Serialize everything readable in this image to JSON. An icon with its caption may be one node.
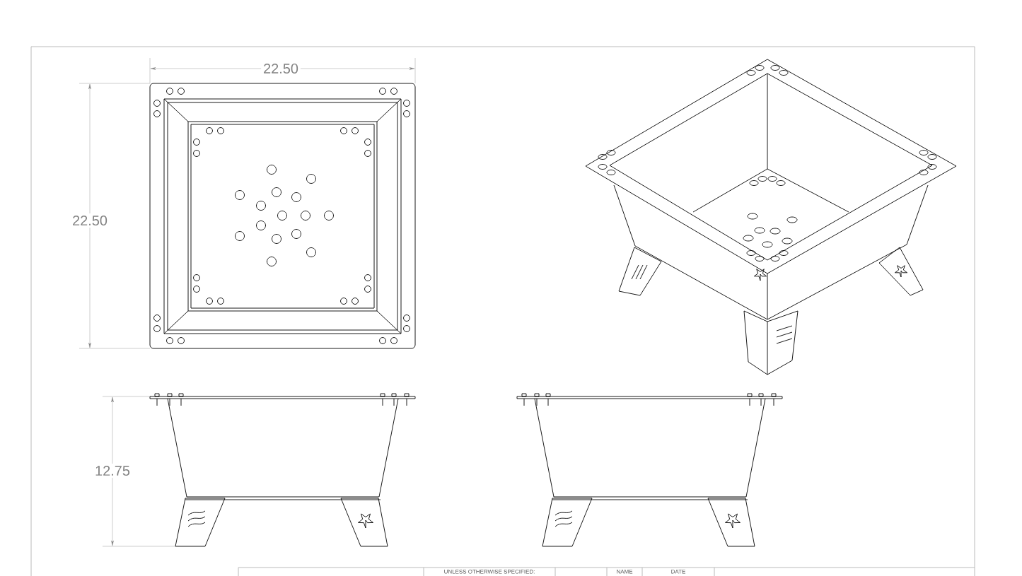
{
  "diagram": {
    "labels": [
      "22.50",
      "22.50",
      "12.75",
      "UNLESS OTHERWISE SPECIFIED:",
      "NAME",
      "DATE"
    ]
  }
}
